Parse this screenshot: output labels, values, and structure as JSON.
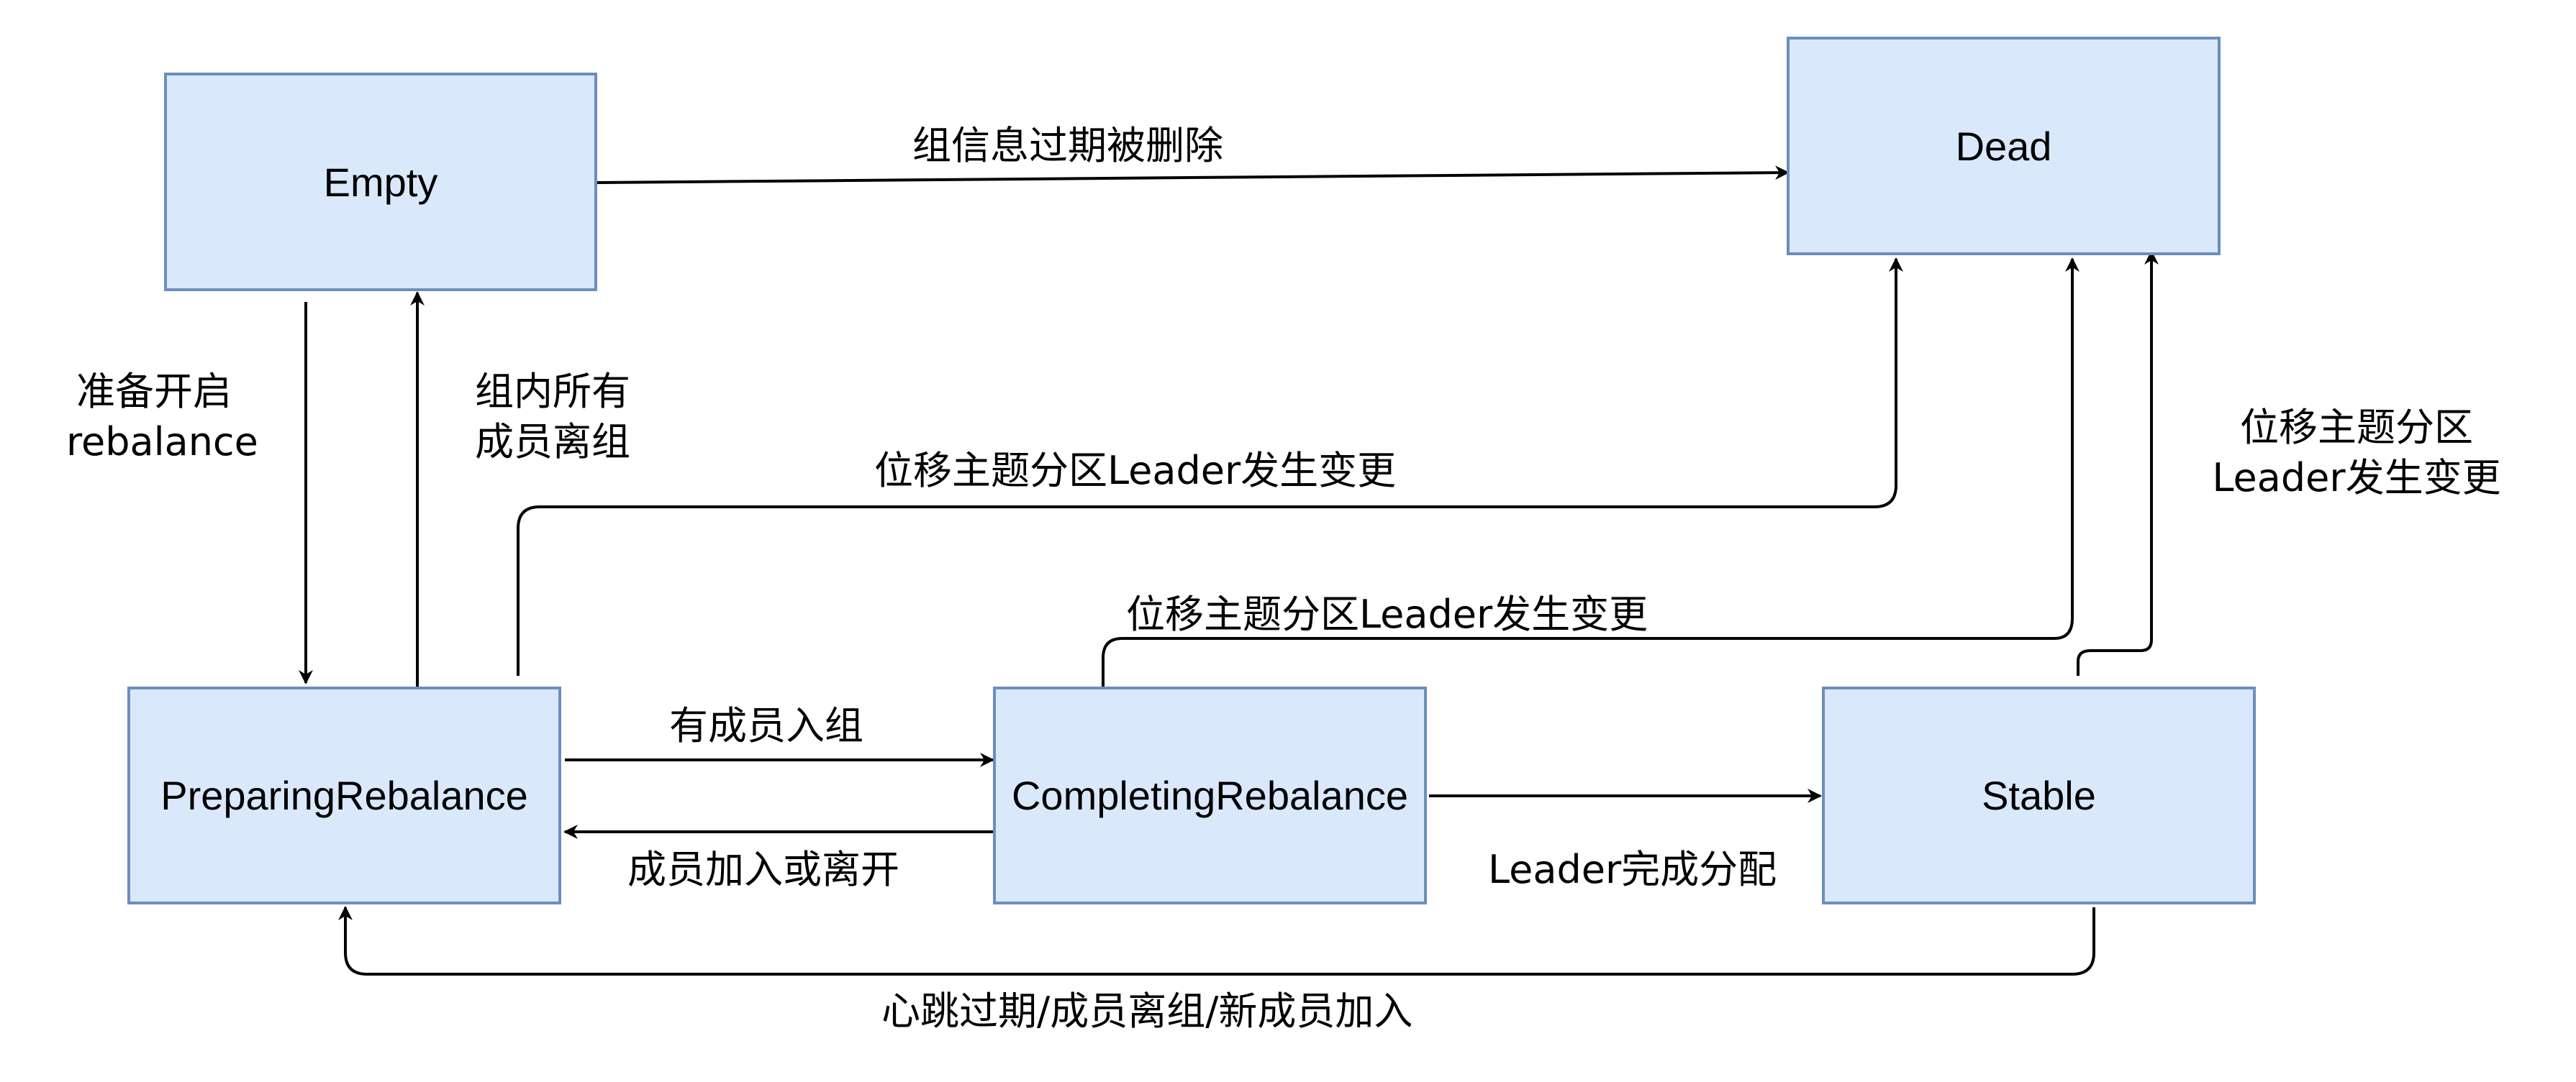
{
  "states": {
    "empty": "Empty",
    "dead": "Dead",
    "preparing": "PreparingRebalance",
    "completing": "CompletingRebalance",
    "stable": "Stable"
  },
  "edges": {
    "empty_to_dead": "组信息过期被删除",
    "empty_to_preparing_l1": "准备开启",
    "empty_to_preparing_l2": "rebalance",
    "preparing_to_empty_l1": "组内所有",
    "preparing_to_empty_l2": "成员离组",
    "preparing_to_dead": "位移主题分区Leader发生变更",
    "completing_to_dead": "位移主题分区Leader发生变更",
    "stable_to_dead_l1": "位移主题分区",
    "stable_to_dead_l2": "Leader发生变更",
    "preparing_to_completing": "有成员入组",
    "completing_to_preparing": "成员加入或离开",
    "completing_to_stable": "Leader完成分配",
    "stable_to_preparing": "心跳过期/成员离组/新成员加入"
  },
  "colors": {
    "box_fill": "#dae8fc",
    "box_stroke": "#6c8ebf",
    "edge": "#000000"
  }
}
